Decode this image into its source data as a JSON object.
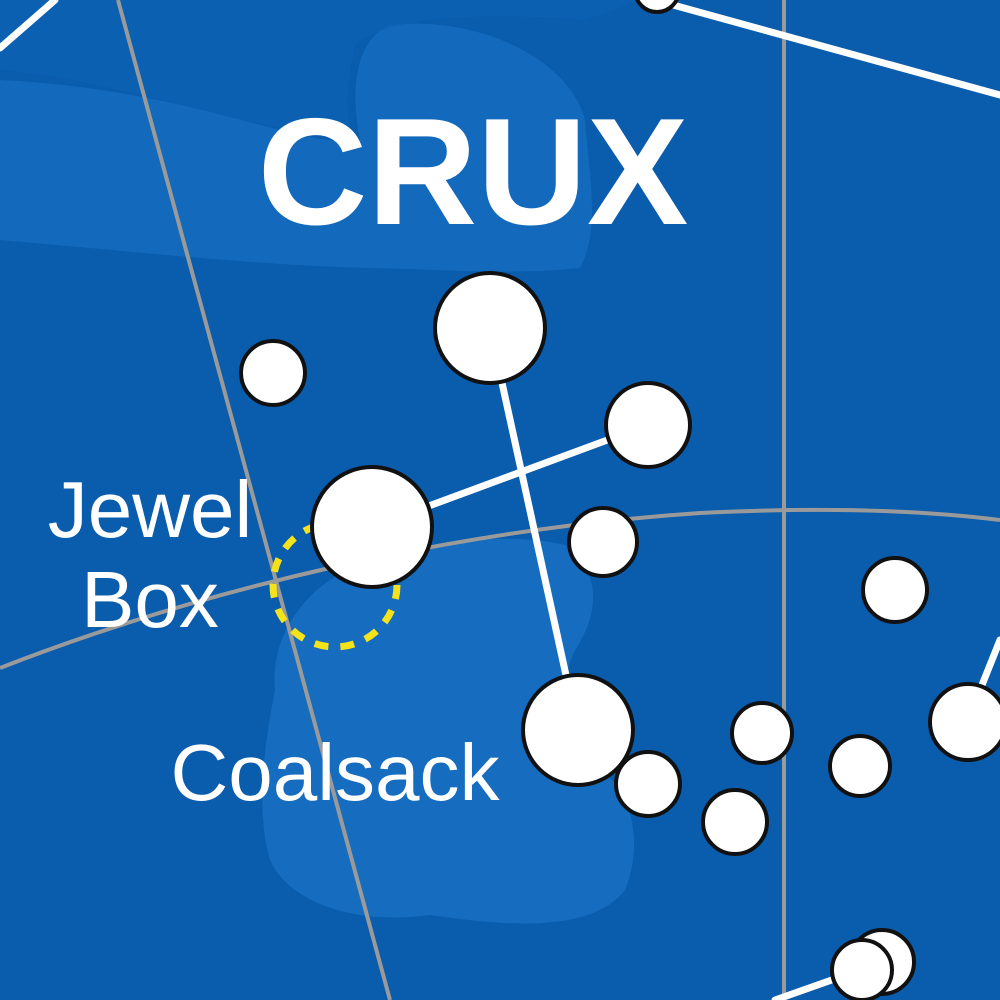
{
  "map": {
    "constellation_name": "CRUX",
    "labels": {
      "jewel_box_line1": "Jewel",
      "jewel_box_line2": "Box",
      "coalsack": "Coalsack"
    }
  },
  "colors": {
    "sky_background": "#0a5cad",
    "milky_way_band": "#1b74c6",
    "grid_lines": "#9a9a9a",
    "constellation_lines": "#ffffff",
    "star_fill": "#ffffff",
    "star_outline": "#111111",
    "cluster_marker": "#f4e21a",
    "label_text": "#ffffff"
  }
}
